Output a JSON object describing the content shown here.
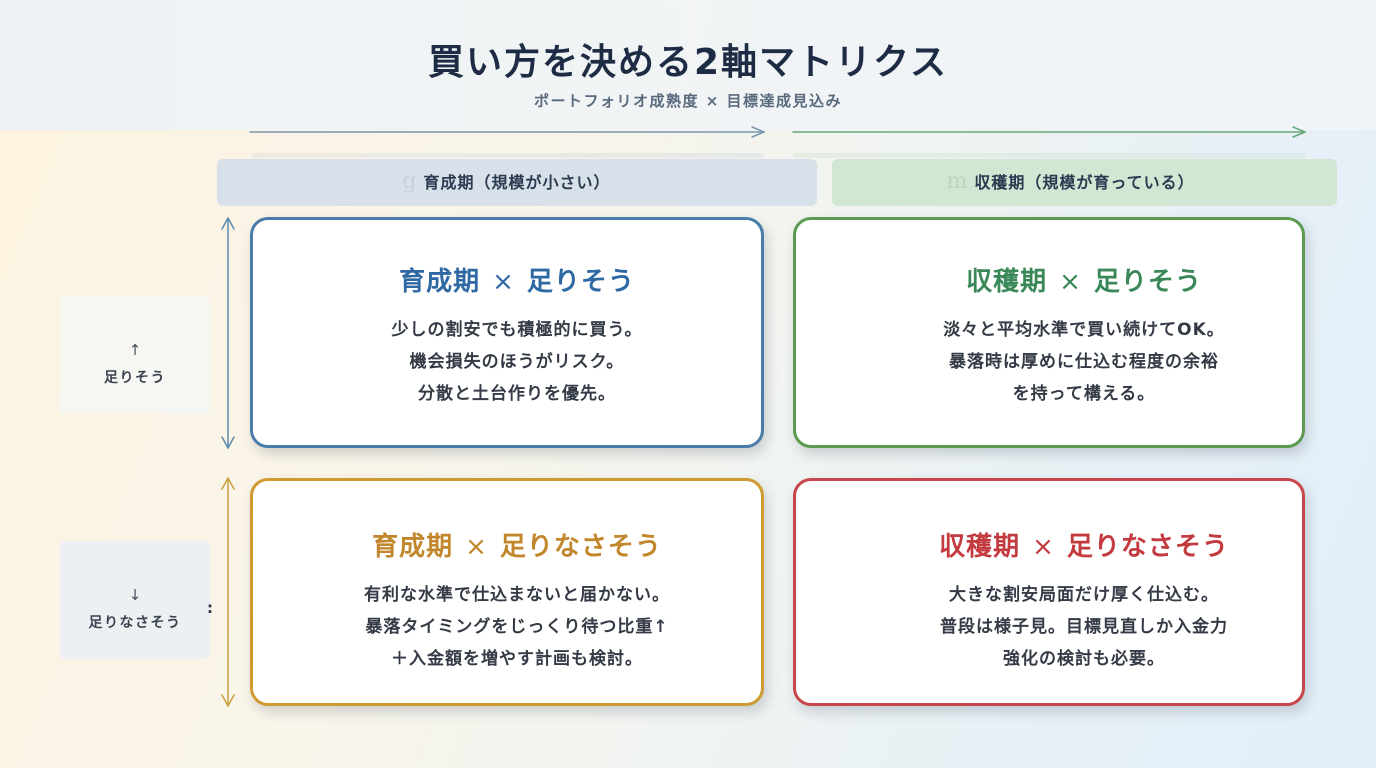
{
  "title": "買い方を決める2軸マトリクス",
  "subtitle": "ポートフォリオ成熟度 × 目標達成見込み",
  "columns": [
    {
      "ghost_glyph": "g",
      "label": "育成期（規模が小さい）",
      "header_color": "#d8e1ea",
      "arrow_color": "#7896ae"
    },
    {
      "ghost_glyph": "m",
      "label": "収穫期（規模が育っている）",
      "header_color": "#d2e6d4",
      "arrow_color": "#68a878"
    }
  ],
  "rows": [
    {
      "arrow": "↑",
      "label": "足りそう",
      "box_color": "#f6f6f2",
      "arrow_color": "#5b89af"
    },
    {
      "arrow": "↓",
      "label": "足りなさそう",
      "box_color": "#ecf0f3",
      "arrow_color": "#c9a043"
    }
  ],
  "stray_mark": ":",
  "cards": [
    {
      "phase": "育成期",
      "separator": "×",
      "outlook": "足りそう",
      "border_color": "#4a7cab",
      "title_color": "#2f69a3",
      "lines": [
        "少しの割安でも積極的に買う。",
        "機会損失のほうがリスク。",
        "分散と土台作りを優先。"
      ]
    },
    {
      "phase": "収穫期",
      "separator": "×",
      "outlook": "足りそう",
      "border_color": "#5b9a4f",
      "title_color": "#3a8858",
      "lines": [
        "淡々と平均水準で買い続けてOK。",
        "暴落時は厚めに仕込む程度の余裕",
        "を持って構える。"
      ]
    },
    {
      "phase": "育成期",
      "separator": "×",
      "outlook": "足りなさそう",
      "border_color": "#cf9b30",
      "title_color": "#c2872c",
      "lines": [
        "有利な水準で仕込まないと届かない。",
        "暴落タイミングをじっくり待つ比重↑",
        "＋入金額を増やす計画も検討。"
      ]
    },
    {
      "phase": "収穫期",
      "separator": "×",
      "outlook": "足りなさそう",
      "border_color": "#c6464b",
      "title_color": "#c33a3f",
      "lines": [
        "大きな割安局面だけ厚く仕込む。",
        "普段は様子見。目標見直しか入金力",
        "強化の検討も必要。"
      ]
    }
  ]
}
